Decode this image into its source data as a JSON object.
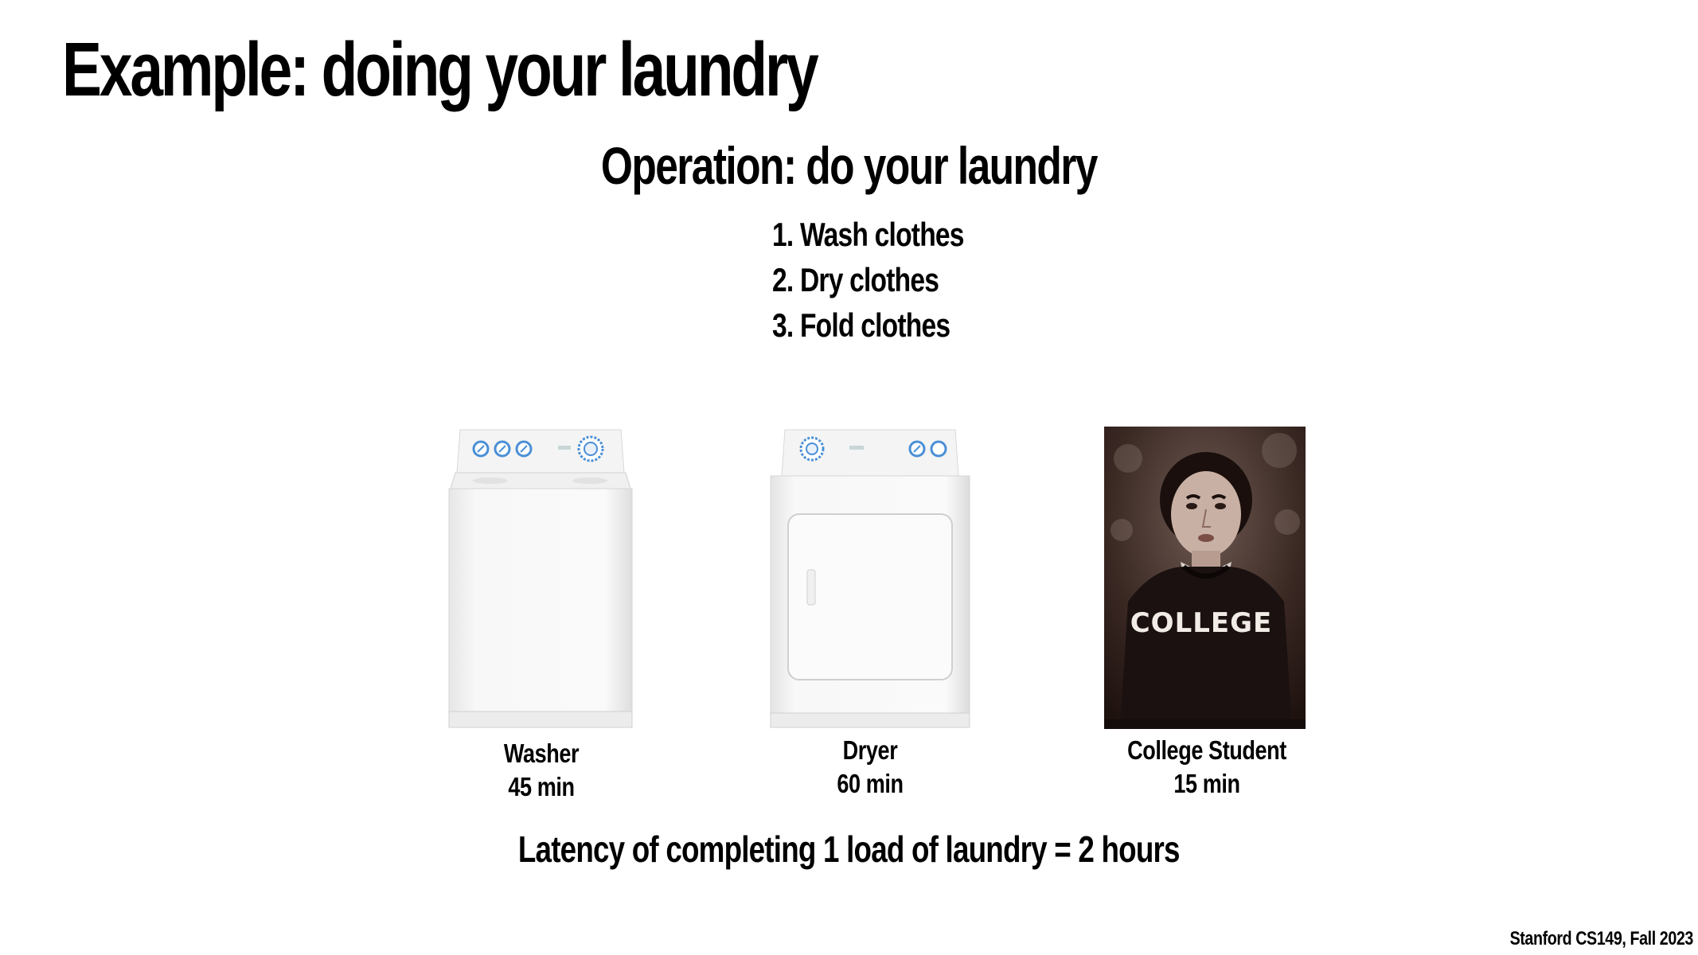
{
  "slide": {
    "title": "Example: doing your laundry",
    "operation_heading": "Operation: do your laundry",
    "steps": [
      "1. Wash clothes",
      "2. Dry clothes",
      "3. Fold clothes"
    ],
    "items": [
      {
        "name": "Washer",
        "time": "45 min",
        "image": "washing-machine-photo"
      },
      {
        "name": "Dryer",
        "time": "60 min",
        "image": "clothes-dryer-photo"
      },
      {
        "name": "College Student",
        "time": "15 min",
        "image": "college-student-poster-photo",
        "poster_text": "COLLEGE"
      }
    ],
    "latency_text": "Latency of completing 1 load of laundry = 2 hours",
    "footer": "Stanford CS149, Fall 2023"
  },
  "colors": {
    "background": "#ffffff",
    "text": "#000000",
    "dial_blue": "#4a8fd6",
    "poster_sepia": "#2a1a16"
  }
}
